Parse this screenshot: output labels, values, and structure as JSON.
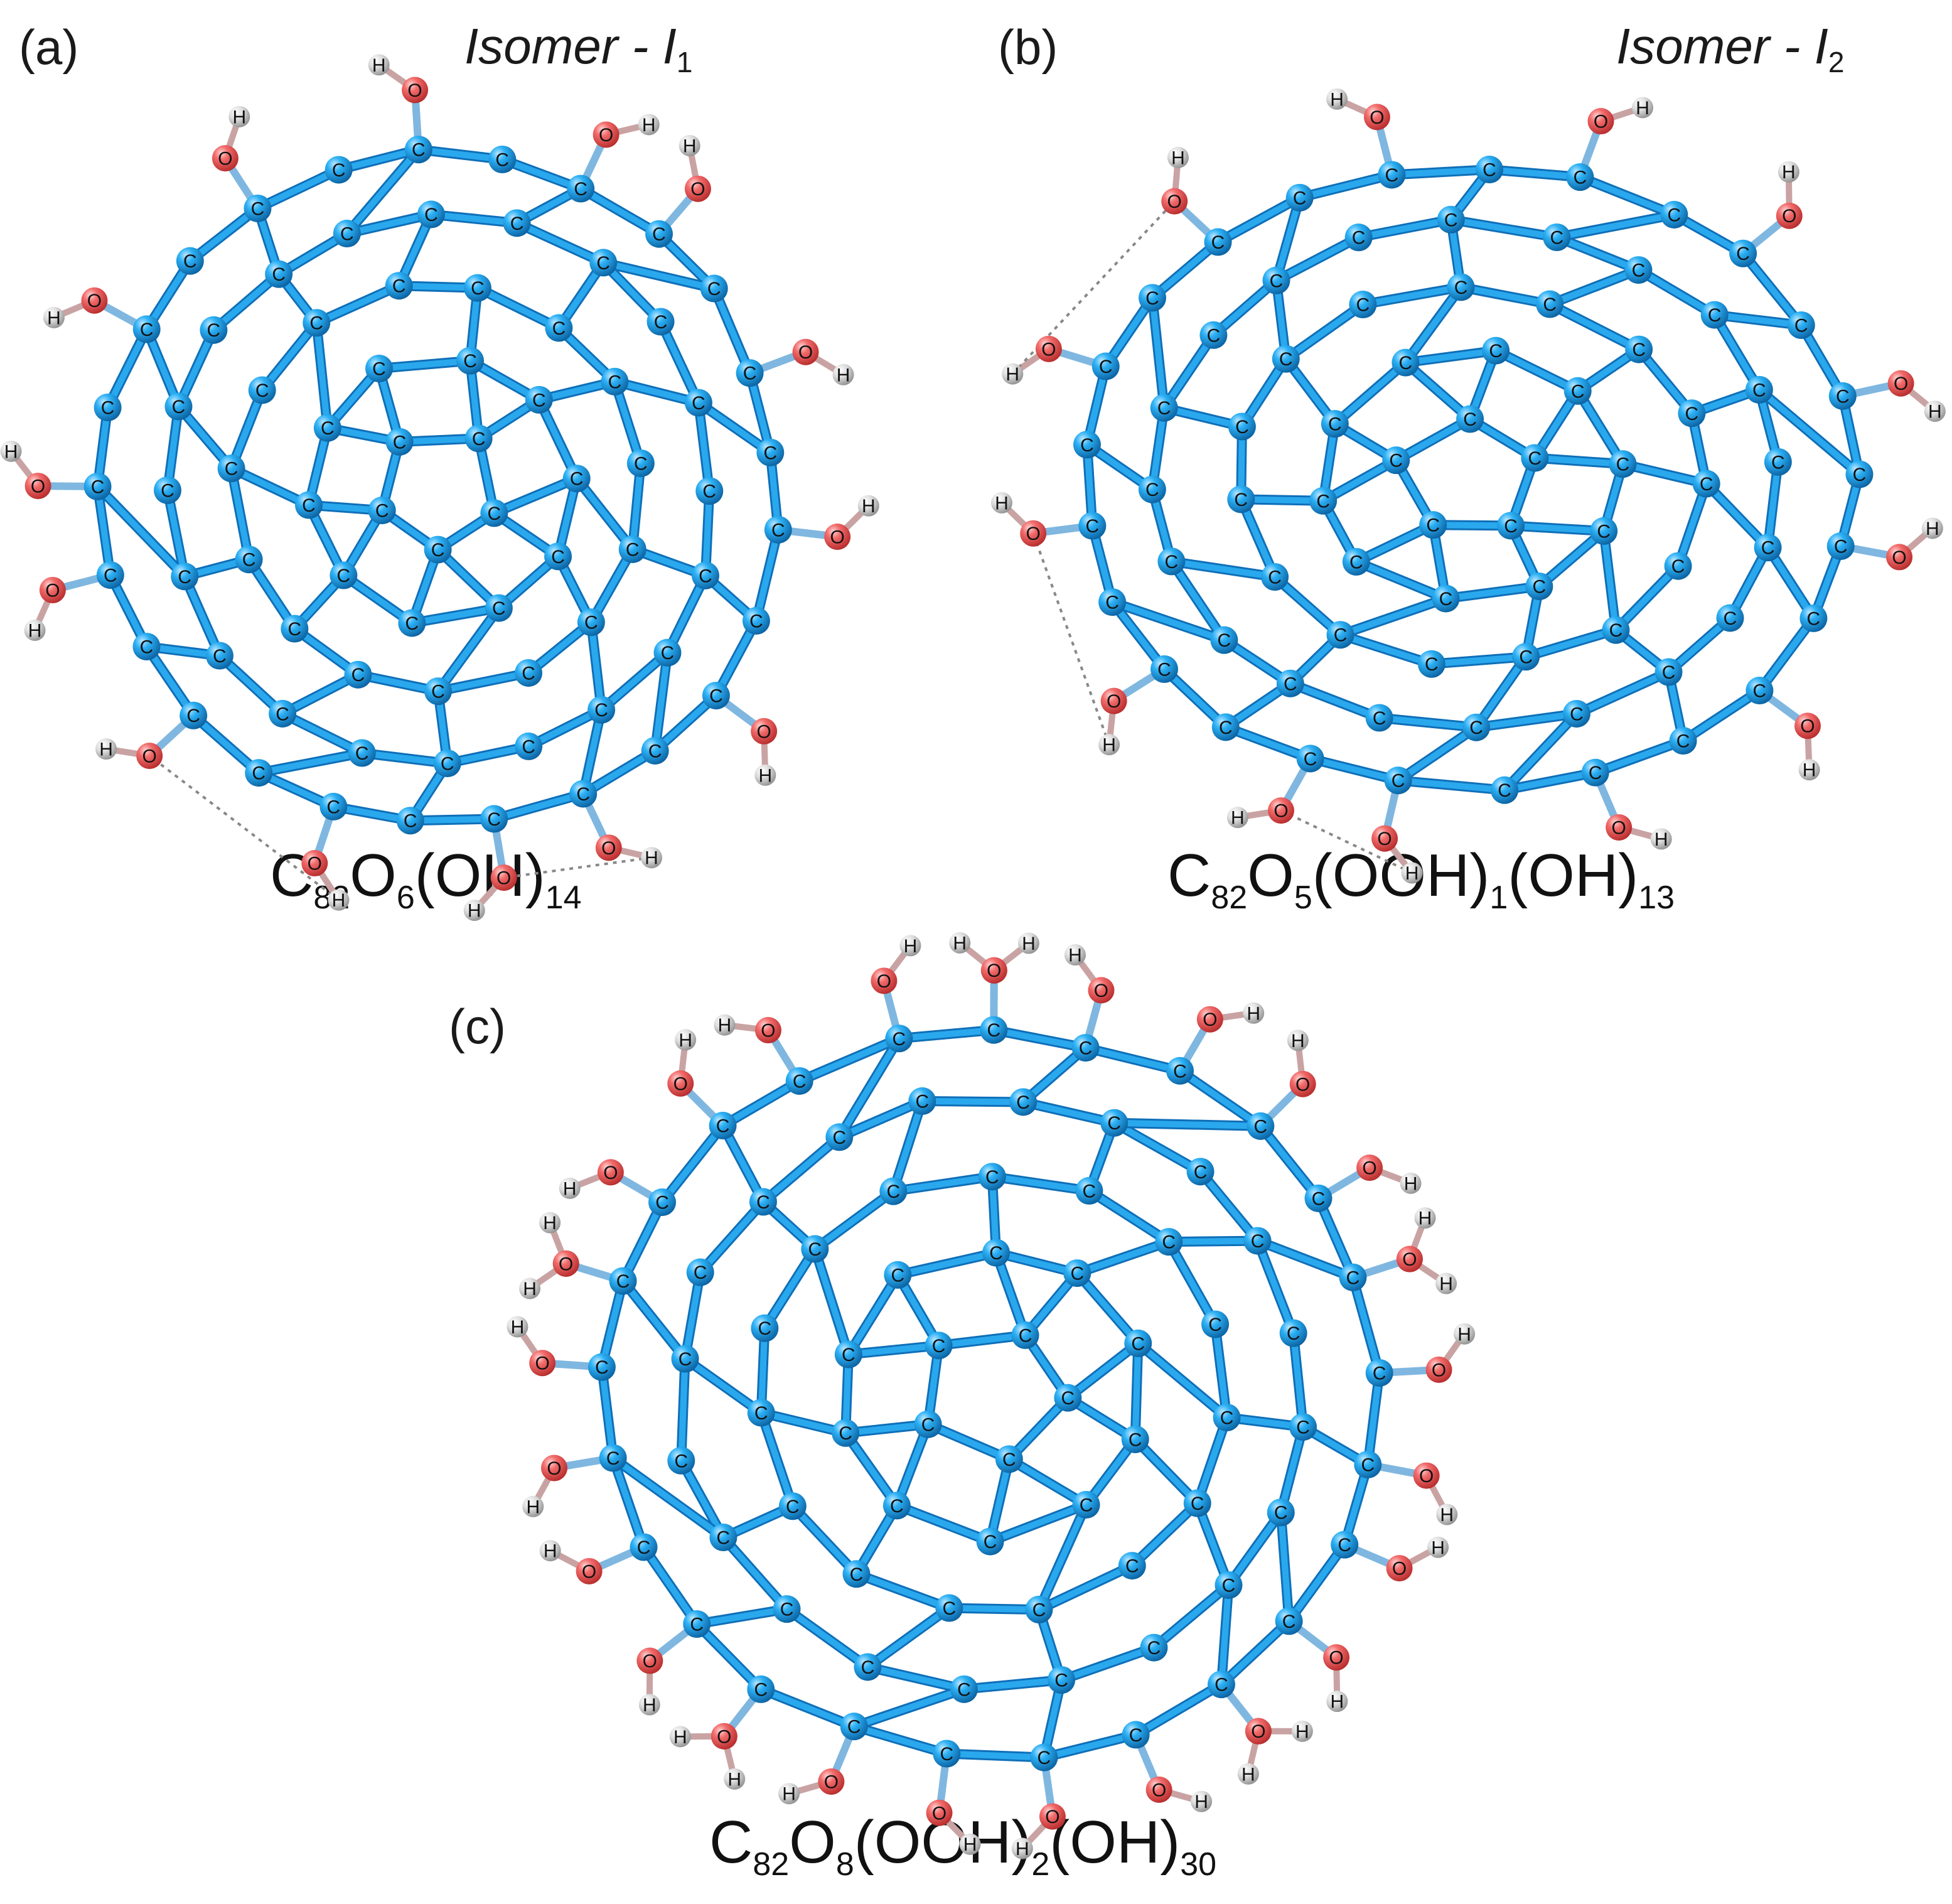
{
  "panels": [
    {
      "id": "a",
      "label": "(a)",
      "isomer": {
        "prefix": "Isomer - I",
        "sub": "1"
      },
      "formula": [
        {
          "t": "C",
          "s": "82"
        },
        {
          "t": "O",
          "s": "6"
        },
        {
          "t": "(OH)",
          "s": "14"
        }
      ]
    },
    {
      "id": "b",
      "label": "(b)",
      "isomer": {
        "prefix": "Isomer - I",
        "sub": "2"
      },
      "formula": [
        {
          "t": "C",
          "s": "82"
        },
        {
          "t": "O",
          "s": "5"
        },
        {
          "t": "(OOH)",
          "s": "1"
        },
        {
          "t": "(OH)",
          "s": "13"
        }
      ]
    },
    {
      "id": "c",
      "label": "(c)",
      "isomer": null,
      "formula": [
        {
          "t": "C",
          "s": "82"
        },
        {
          "t": "O",
          "s": "8"
        },
        {
          "t": "(OOH)",
          "s": "2"
        },
        {
          "t": "(OH)",
          "s": "30"
        }
      ]
    }
  ],
  "atom_symbols": {
    "carbon": "C",
    "oxygen": "O",
    "hydrogen": "H"
  },
  "colors": {
    "carbon": "#1f9fe8",
    "carbon_dark": "#0f6fb8",
    "bond": "#2aa8ee",
    "oxygen": "#f05a5a",
    "hydrogen": "#d8d8d8",
    "hbond": "#888888",
    "text": "#111111"
  }
}
